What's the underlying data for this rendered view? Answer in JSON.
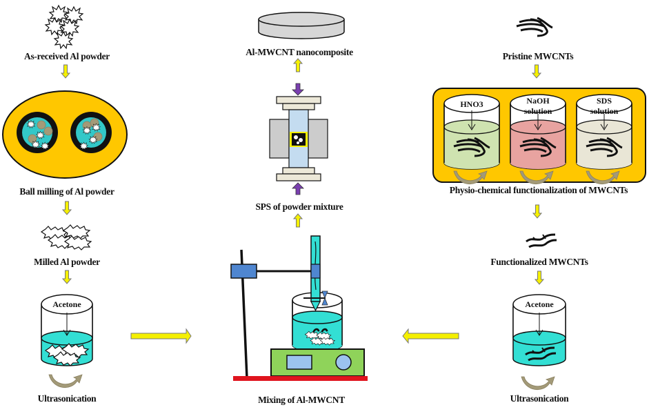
{
  "figure": {
    "title": "Al-MWCNT nanocomposite fabrication process flow",
    "colors": {
      "arrow_yellow": "#f5f000",
      "arrow_outline": "#777777",
      "press_arrow": "#7a3fb0",
      "jar_yellow": "#ffc700",
      "liquid_cyan": "#33dfd4",
      "hno3_green": "#cfe3b0",
      "naoh_pink": "#e8a3a0",
      "sds_beige": "#e9e6d6",
      "hotplate_green": "#8fd35a",
      "base_red": "#e0141e",
      "clamp_blue": "#4f86d0",
      "die_grey": "#cccccc",
      "punch_beige": "#ece8d8",
      "chamber_blue": "#c4dcf0"
    }
  },
  "left_column": {
    "as_received": {
      "label": "As-received Al powder"
    },
    "ball_milling": {
      "label": "Ball milling of Al powder"
    },
    "milled": {
      "label": "Milled Al powder"
    },
    "beaker": {
      "solvent_label": "Acetone"
    },
    "ultrasonication": {
      "label": "Ultrasonication"
    }
  },
  "center_column": {
    "product": {
      "label": "Al-MWCNT nanocomposite"
    },
    "sps": {
      "label": "SPS of powder mixture"
    },
    "mixing": {
      "label": "Mixing of Al-MWCNT"
    }
  },
  "right_column": {
    "pristine": {
      "label": "Pristine MWCNTs"
    },
    "functionalization": {
      "label": "Physio-chemical functionalization of MWCNTs",
      "beakers": [
        {
          "line1": "HNO3",
          "line2": ""
        },
        {
          "line1": "NaOH",
          "line2": "solution"
        },
        {
          "line1": "SDS",
          "line2": "solution"
        }
      ]
    },
    "functionalized": {
      "label": "Functionalized MWCNTs"
    },
    "beaker": {
      "solvent_label": "Acetone"
    },
    "ultrasonication": {
      "label": "Ultrasonication"
    }
  }
}
